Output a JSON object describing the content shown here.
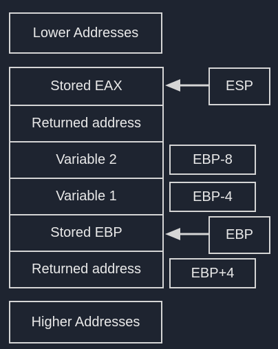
{
  "top_box": {
    "label": "Lower Addresses"
  },
  "bottom_box": {
    "label": "Higher Addresses"
  },
  "stack": [
    {
      "label": "Stored EAX"
    },
    {
      "label": "Returned address"
    },
    {
      "label": "Variable 2"
    },
    {
      "label": "Variable 1"
    },
    {
      "label": "Stored EBP"
    },
    {
      "label": "Returned address"
    }
  ],
  "pointers": {
    "esp": "ESP",
    "ebp_minus_8": "EBP-8",
    "ebp_minus_4": "EBP-4",
    "ebp": "EBP",
    "ebp_plus_4": "EBP+4"
  }
}
